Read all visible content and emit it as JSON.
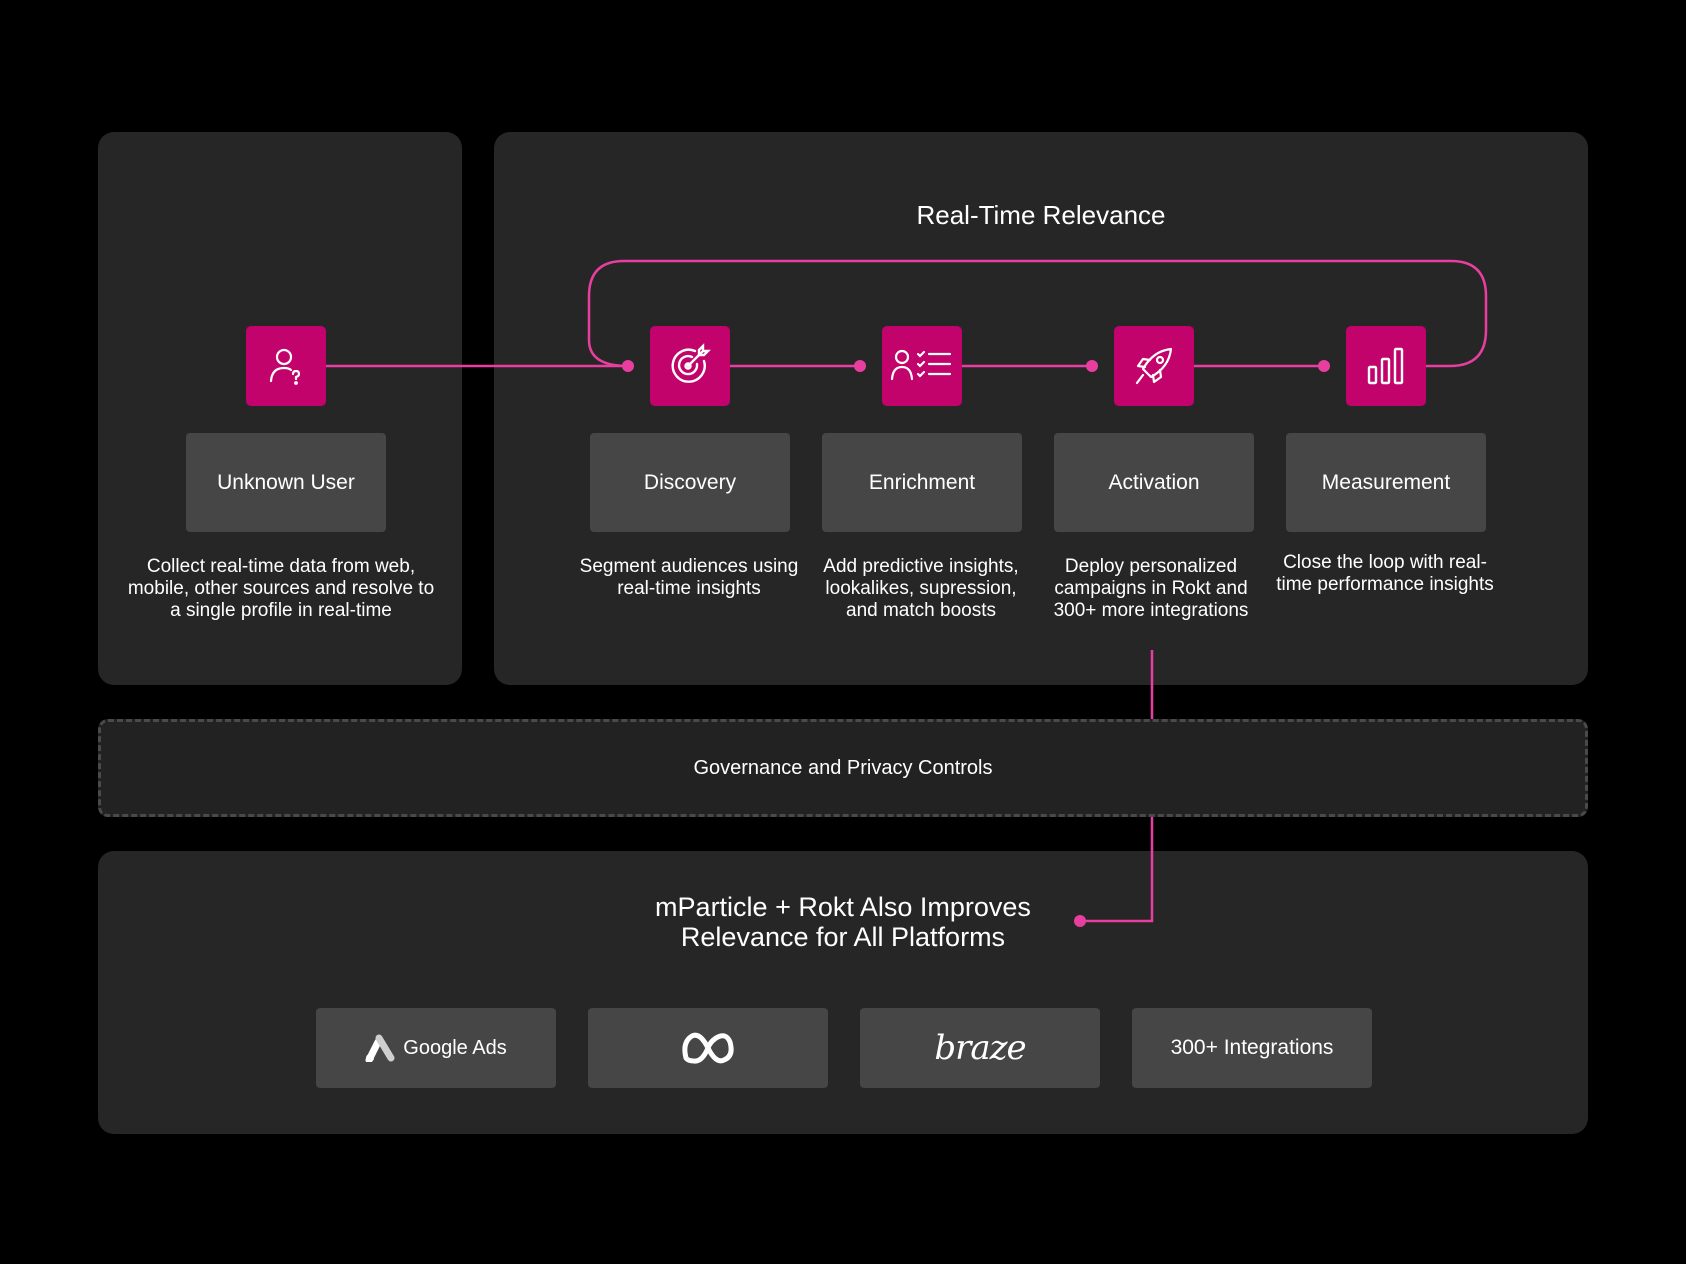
{
  "main": {
    "title": "Real-Time Relevance"
  },
  "steps": [
    {
      "id": "unknown-user",
      "label": "Unknown User",
      "icon": "user-question-icon",
      "description": "Collect real-time data from web, mobile, other sources and resolve to a single profile in real-time"
    },
    {
      "id": "discovery",
      "label": "Discovery",
      "icon": "target-icon",
      "description": "Segment audiences using real-time insights"
    },
    {
      "id": "enrichment",
      "label": "Enrichment",
      "icon": "user-list-icon",
      "description": "Add predictive insights, lookalikes, supression, and match boosts"
    },
    {
      "id": "activation",
      "label": "Activation",
      "icon": "rocket-icon",
      "description": "Deploy personalized campaigns in Rokt and 300+ more integrations"
    },
    {
      "id": "measurement",
      "label": "Measurement",
      "icon": "bar-chart-icon",
      "description": "Close the loop with real-time performance insights"
    }
  ],
  "governance": {
    "label": "Governance and Privacy Controls"
  },
  "bottom": {
    "title": "mParticle + Rokt Also Improves Relevance for All Platforms",
    "platforms": [
      {
        "label": "Google Ads",
        "icon": "google-ads-logo-icon"
      },
      {
        "label": "",
        "icon": "meta-logo-icon"
      },
      {
        "label": "braze",
        "icon": "braze-logo-icon"
      },
      {
        "label": "300+ Integrations",
        "icon": ""
      }
    ]
  },
  "colors": {
    "accent": "#e83e9f",
    "icon_bg": "#c2036c",
    "panel": "#262626",
    "label_box": "#464646"
  }
}
